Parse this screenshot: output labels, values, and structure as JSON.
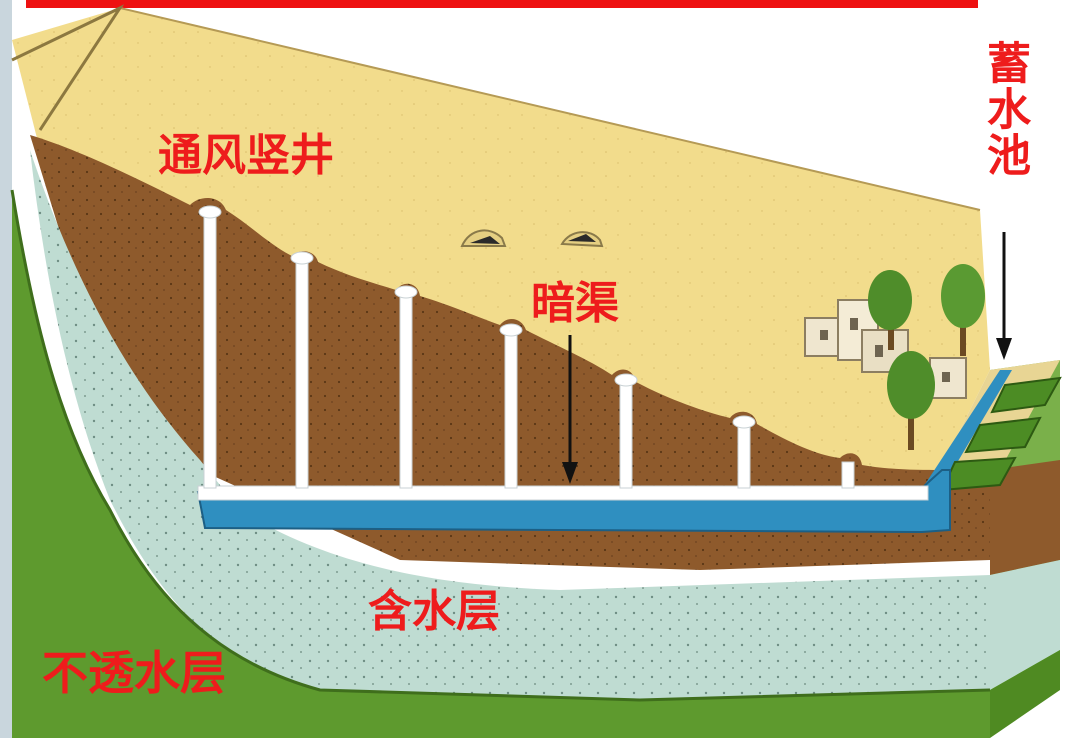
{
  "labels": {
    "vent_shaft": "通风竖井",
    "underground_channel": "暗渠",
    "reservoir": "蓄水池",
    "aquifer": "含水层",
    "impermeable_layer": "不透水层"
  },
  "colors": {
    "label": "#ee1c1c",
    "banner": "#ee1111",
    "sand": "#f2dc8c",
    "soil": "#8e5a2c",
    "aquifer": "#bfdcd2",
    "impermeable": "#5e9a2e",
    "channel": "#2f8fc0",
    "shaft": "#ffffff"
  }
}
